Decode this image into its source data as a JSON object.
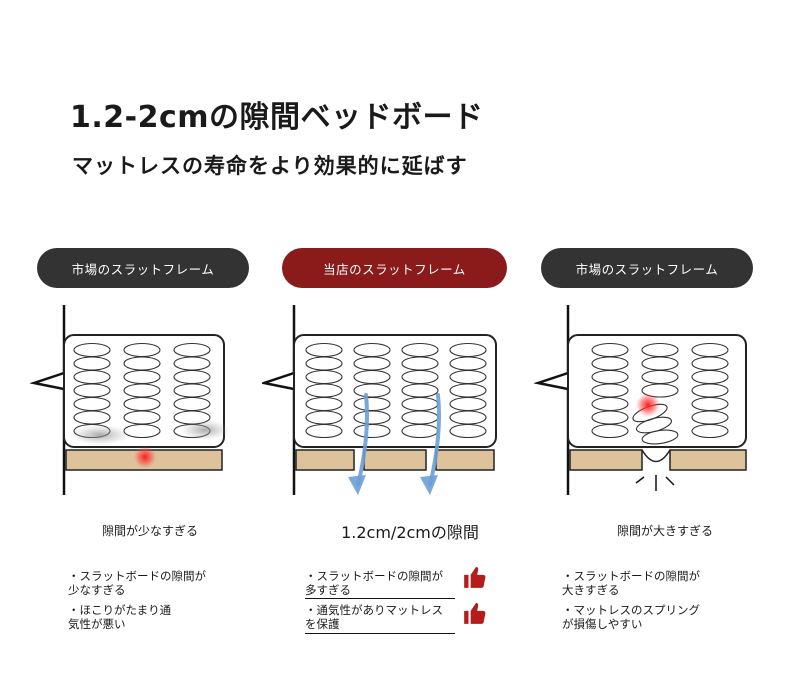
{
  "header": {
    "title": "1.2-2cmの隙間ベッドボード",
    "subtitle": "マットレスの寿命をより効果的に延ばす"
  },
  "panels": [
    {
      "label": "市場のスラットフレーム",
      "caption": "隙間が少なすぎる",
      "bullets": [
        {
          "line1": "・スラットボードの隙間が",
          "line2": "少なすぎる"
        },
        {
          "line1": "・ほこりがたまり通",
          "line2": "気性が悪い"
        }
      ]
    },
    {
      "label": "当店のスラットフレーム",
      "caption": "1.2cm/2cmの隙間",
      "bullets": [
        {
          "line1": "・スラットボードの隙間が",
          "line2": "多すぎる"
        },
        {
          "line1": "・通気性がありマットレス",
          "line2": "を保護"
        }
      ]
    },
    {
      "label": "市場のスラットフレーム",
      "caption": "隙間が大きすぎる",
      "bullets": [
        {
          "line1": "・スラットボードの隙間が",
          "line2": "大きすぎる"
        },
        {
          "line1": "・マットレスのスプリング",
          "line2": "が損傷しやすい"
        }
      ]
    }
  ],
  "colors": {
    "slat": "#ddc29c",
    "red_pill": "#8b1a1a",
    "dark_pill": "#333333",
    "arrow": "#6d9fd6",
    "hotspot": "#e8202a",
    "thumb": "#b51c1c"
  },
  "icons": [
    "thumbs-up-icon",
    "air-flow-arrow-icon",
    "pressure-point-icon"
  ]
}
